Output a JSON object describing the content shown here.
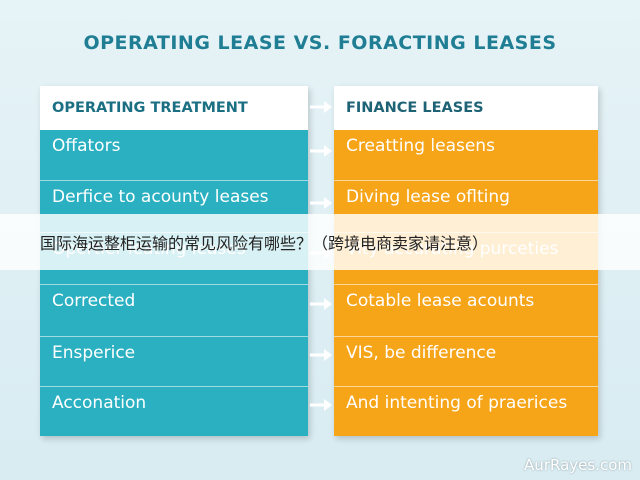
{
  "title": "OPERATING LEASE VS. FORACTING LEASES",
  "left_column": {
    "header": "OPERATING TREATMENT",
    "rows": [
      "Offators",
      "Derfice to acounty leases",
      "Opertier leating leases",
      "Corrected",
      "Ensperice",
      "Acconation"
    ]
  },
  "right_column": {
    "header": "FINANCE LEASES",
    "rows": [
      "Creatting leasens",
      "Diving lease oflting",
      "Vity accurating purceties",
      "Cotable lease acounts",
      "VIS, be difference",
      "And intenting of praerices"
    ]
  },
  "overlay_caption": "国际海运整柜运输的常见风险有哪些？（跨境电商卖家请注意）",
  "watermark": "AurRayes.com",
  "colors": {
    "left_fill": "#2bb0c2",
    "right_fill": "#f6a418",
    "title": "#1f7e93"
  },
  "icons": [
    "arrow-right-icon"
  ]
}
